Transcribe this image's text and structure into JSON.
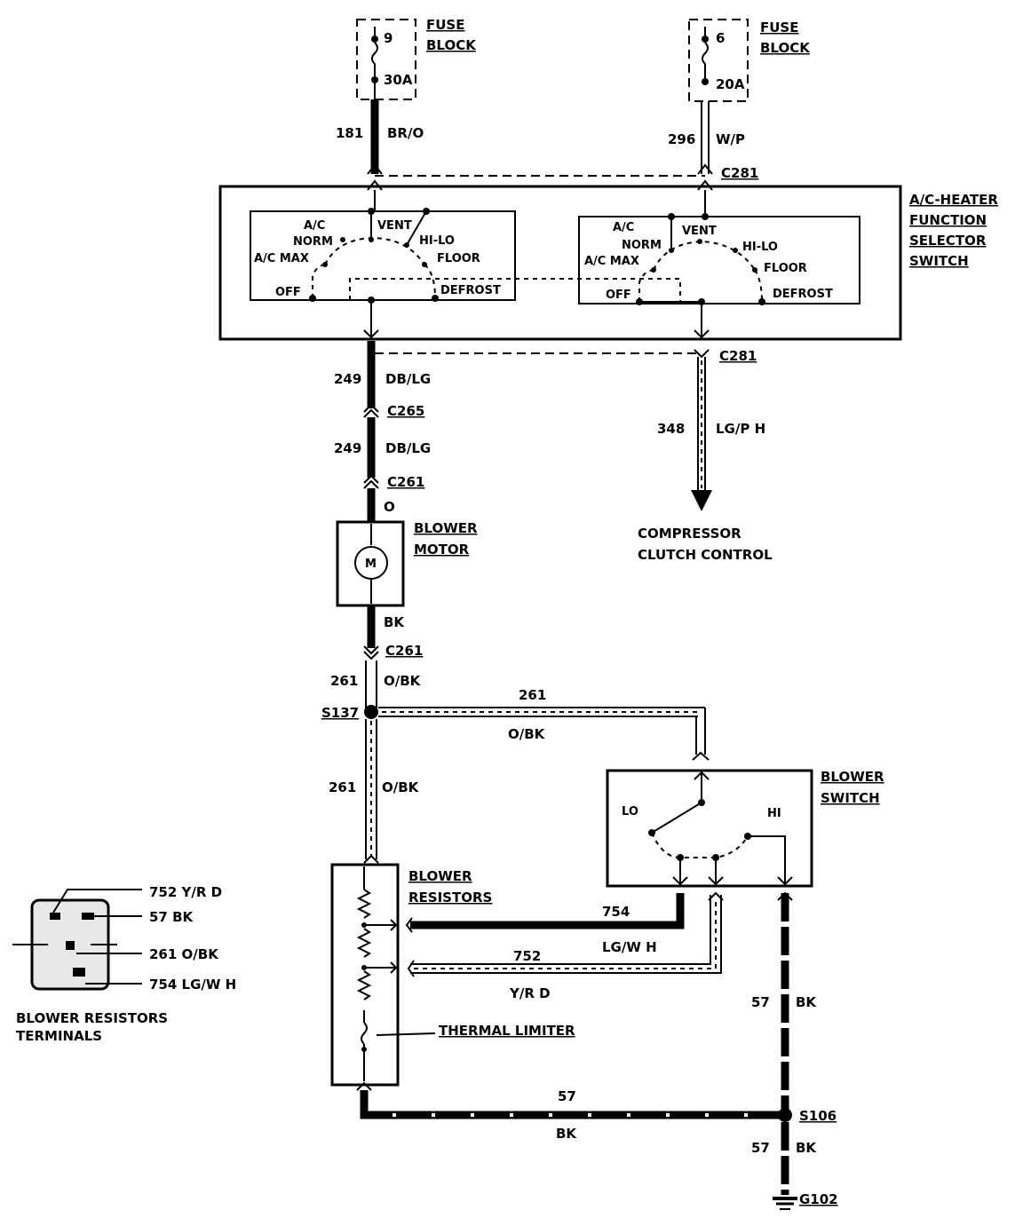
{
  "fuses": {
    "left": {
      "num": "9",
      "rating": "30A",
      "title1": "FUSE",
      "title2": "BLOCK"
    },
    "right": {
      "num": "6",
      "rating": "20A",
      "title1": "FUSE",
      "title2": "BLOCK"
    }
  },
  "wires": {
    "w181": {
      "num": "181",
      "color": "BR/O"
    },
    "w296": {
      "num": "296",
      "color": "W/P"
    },
    "w249a": {
      "num": "249",
      "color": "DB/LG"
    },
    "w249b": {
      "num": "249",
      "color": "DB/LG"
    },
    "w348": {
      "num": "348",
      "color": "LG/P H"
    },
    "motorIn": {
      "color": "O"
    },
    "motorOut": {
      "color": "BK"
    },
    "w261a": {
      "num": "261",
      "color": "O/BK"
    },
    "w261h": {
      "num": "261",
      "color": "O/BK"
    },
    "w261b": {
      "num": "261",
      "color": "O/BK"
    },
    "w754": {
      "num": "754",
      "color": "LG/W H"
    },
    "w752": {
      "num": "752",
      "color": "Y/R D"
    },
    "w57a": {
      "num": "57",
      "color": "BK"
    },
    "w57b": {
      "num": "57",
      "color": "BK"
    },
    "w57c": {
      "num": "57",
      "color": "BK"
    }
  },
  "connectors": {
    "c281top": "C281",
    "c281bot": "C281",
    "c265": "C265",
    "c261a": "C261",
    "c261b": "C261",
    "s137": "S137",
    "s106": "S106",
    "g102": "G102"
  },
  "selector": {
    "title": [
      "A/C-HEATER",
      "FUNCTION",
      "SELECTOR",
      "SWITCH"
    ],
    "left": {
      "ac_norm": "A/C",
      "norm": "NORM",
      "ac_max": "A/C MAX",
      "vent": "VENT",
      "hilo": "HI-LO",
      "floor": "FLOOR",
      "off": "OFF",
      "defrost": "DEFROST"
    },
    "right": {
      "ac_norm": "A/C",
      "norm": "NORM",
      "ac_max": "A/C MAX",
      "vent": "VENT",
      "hilo": "HI-LO",
      "floor": "FLOOR",
      "off": "OFF",
      "defrost": "DEFROST"
    }
  },
  "components": {
    "blower_motor": [
      "BLOWER",
      "MOTOR"
    ],
    "motor_symbol": "M",
    "blower_switch": [
      "BLOWER",
      "SWITCH"
    ],
    "switch_lo": "LO",
    "switch_hi": "HI",
    "blower_resistors": [
      "BLOWER",
      "RESISTORS"
    ],
    "thermal_limiter": "THERMAL LIMITER",
    "compressor": [
      "COMPRESSOR",
      "CLUTCH CONTROL"
    ]
  },
  "terminals_legend": {
    "title": [
      "BLOWER RESISTORS",
      "TERMINALS"
    ],
    "items": [
      "752 Y/R D",
      "57 BK",
      "261 O/BK",
      "754 LG/W H"
    ]
  }
}
